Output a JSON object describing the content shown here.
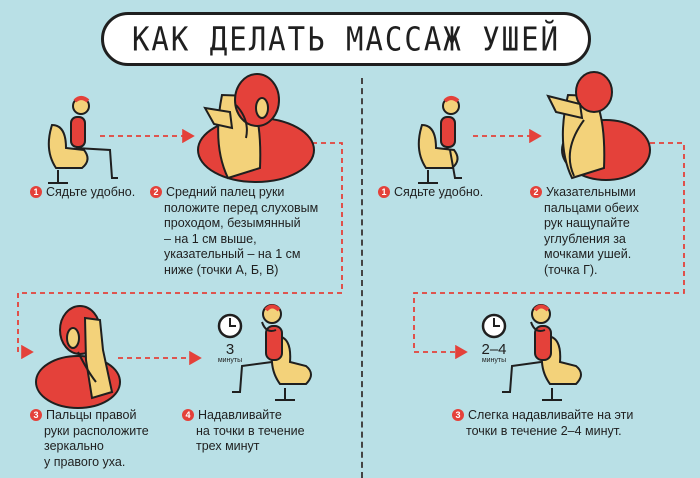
{
  "title": "КАК ДЕЛАТЬ МАССАЖ УШЕЙ",
  "left_method": {
    "steps": [
      {
        "num": "1",
        "text": "Сядьте удобно."
      },
      {
        "num": "2",
        "lines": [
          "Средний палец руки",
          "положите перед слуховым",
          "проходом, безымянный",
          "– на 1 см выше,",
          "указательный – на 1 см",
          "ниже (точки А, Б, В)"
        ]
      },
      {
        "num": "3",
        "lines": [
          "Пальцы правой",
          "руки расположите",
          "зеркально",
          "у правого уха."
        ]
      },
      {
        "num": "4",
        "lines": [
          "Надавливайте",
          "на точки в течение",
          "трех минут"
        ]
      }
    ],
    "timer": {
      "value": "3",
      "unit": "минуты"
    }
  },
  "right_method": {
    "steps": [
      {
        "num": "1",
        "text": "Сядьте удобно."
      },
      {
        "num": "2",
        "lines": [
          "Указательными",
          "пальцами обеих",
          "рук нащупайте",
          "углубления за",
          "мочками ушей.",
          "(точка Г)."
        ]
      },
      {
        "num": "3",
        "lines": [
          "Слегка надавливайте на эти",
          "точки в течение 2–4 минут."
        ]
      }
    ],
    "timer": {
      "value": "2–4",
      "unit": "минуты"
    }
  },
  "colors": {
    "background": "#b9e0e6",
    "accent": "#e4413a",
    "skin": "#f3d27a",
    "outline": "#1f1f1f"
  }
}
